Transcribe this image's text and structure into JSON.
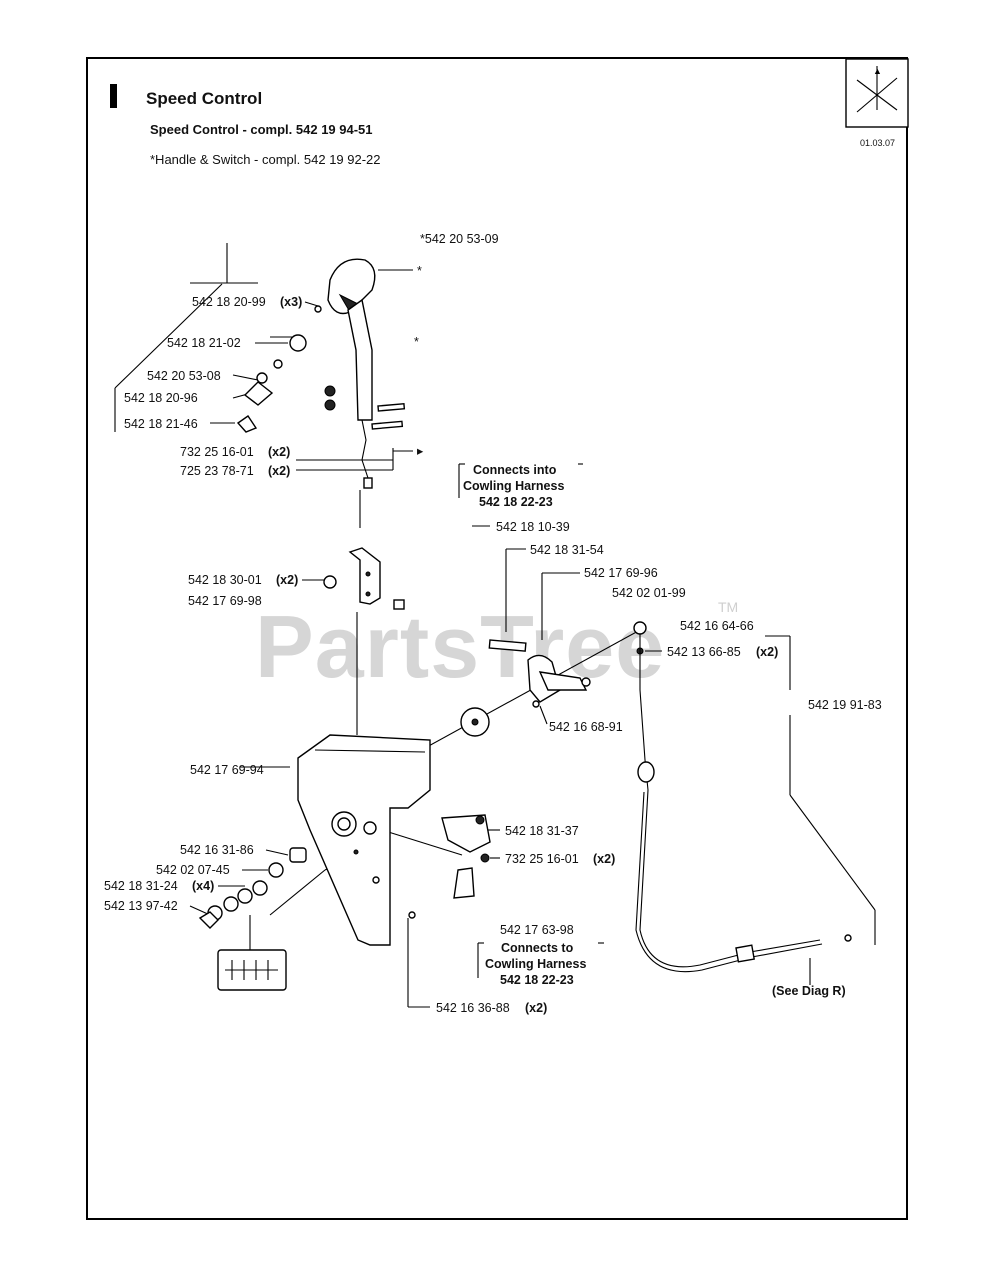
{
  "header": {
    "title": "Speed Control",
    "assembly": "Speed Control - compl. 542 19 94-51",
    "subassembly": "*Handle & Switch - compl. 542 19 92-22",
    "date": "01.03.07"
  },
  "watermark": {
    "text": "PartsTree",
    "tm": "TM"
  },
  "parts": {
    "p_20_53_09": "*542 20 53-09",
    "p_20_99": "542 18 20-99",
    "p_20_99_qty": "(x3)",
    "p_21_02": "542 18 21-02",
    "p_53_08": "542 20 53-08",
    "p_20_96": "542 18 20-96",
    "p_21_46": "542 18 21-46",
    "p_732_16": "732 25 16-01",
    "p_732_16_qty": "(x2)",
    "p_725_78": "725 23 78-71",
    "p_725_78_qty": "(x2)",
    "p_10_39": "542 18 10-39",
    "p_31_54": "542 18 31-54",
    "p_69_96": "542 17 69-96",
    "p_01_99": "542 02 01-99",
    "p_64_66": "542 16 64-66",
    "p_66_85": "542 13 66-85",
    "p_66_85_qty": "(x2)",
    "p_30_01": "542 18 30-01",
    "p_30_01_qty": "(x2)",
    "p_69_98": "542 17 69-98",
    "p_68_91": "542 16 68-91",
    "p_91_83": "542 19 91-83",
    "p_69_94": "542 17 69-94",
    "p_31_37": "542 18 31-37",
    "p_732_16b": "732 25 16-01",
    "p_732_16b_qty": "(x2)",
    "p_31_86": "542 16 31-86",
    "p_07_45": "542 02 07-45",
    "p_31_24": "542 18 31-24",
    "p_31_24_qty": "(x4)",
    "p_97_42": "542 13 97-42",
    "p_63_98": "542 17 63-98",
    "p_36_88": "542 16 36-88",
    "p_36_88_qty": "(x2)",
    "see_diag": "(See Diag R)"
  },
  "notes": {
    "connects_into": [
      "Connects into",
      "Cowling Harness",
      "542 18 22-23"
    ],
    "connects_to": [
      "Connects to",
      "Cowling Harness",
      "542 18 22-23"
    ]
  }
}
